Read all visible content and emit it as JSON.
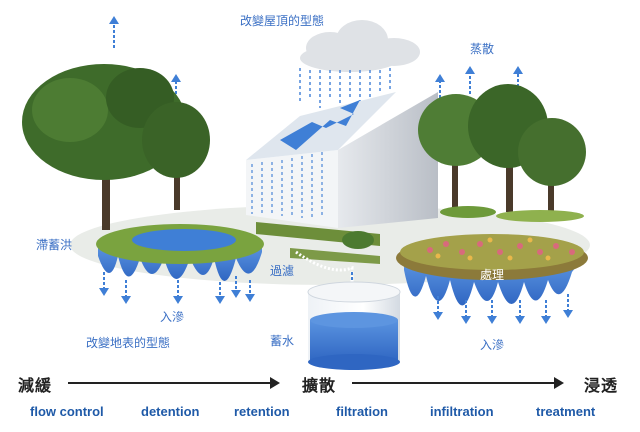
{
  "labels": {
    "roof_change": "改變屋頂的型態",
    "evaporation": "蒸散",
    "detention_flood": "滯蓄洪",
    "filtration_local": "過濾",
    "treatment_local": "處理",
    "infiltration_left": "入滲",
    "infiltration_right": "入滲",
    "surface_change": "改變地表的型態",
    "storage": "蓄水"
  },
  "stages": {
    "slow": "減緩",
    "spread": "擴散",
    "infiltrate": "浸透"
  },
  "terms": [
    "flow control",
    "detention",
    "retention",
    "filtration",
    "infiltration",
    "treatment"
  ],
  "colors": {
    "water": "#3f7fd6",
    "label": "#3a6fc4",
    "term": "#1f5aa8",
    "grass": "#6d9a3a",
    "tree": "#3e6b2a"
  }
}
